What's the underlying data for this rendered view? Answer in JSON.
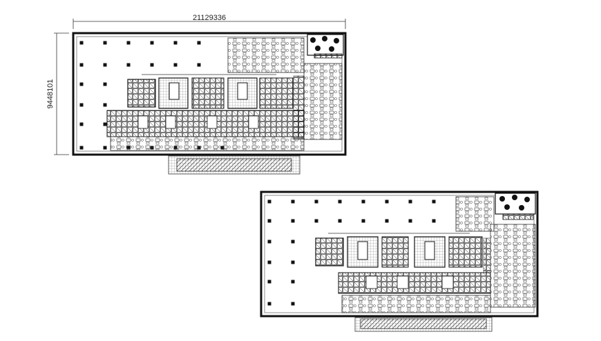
{
  "drawing": {
    "width_dimension": "21129336",
    "height_dimension": "9448101"
  },
  "plans": [
    {
      "id": "upper"
    },
    {
      "id": "lower"
    }
  ],
  "colors": {
    "ink": "#111111",
    "linework": "#333333",
    "background": "#ffffff"
  }
}
